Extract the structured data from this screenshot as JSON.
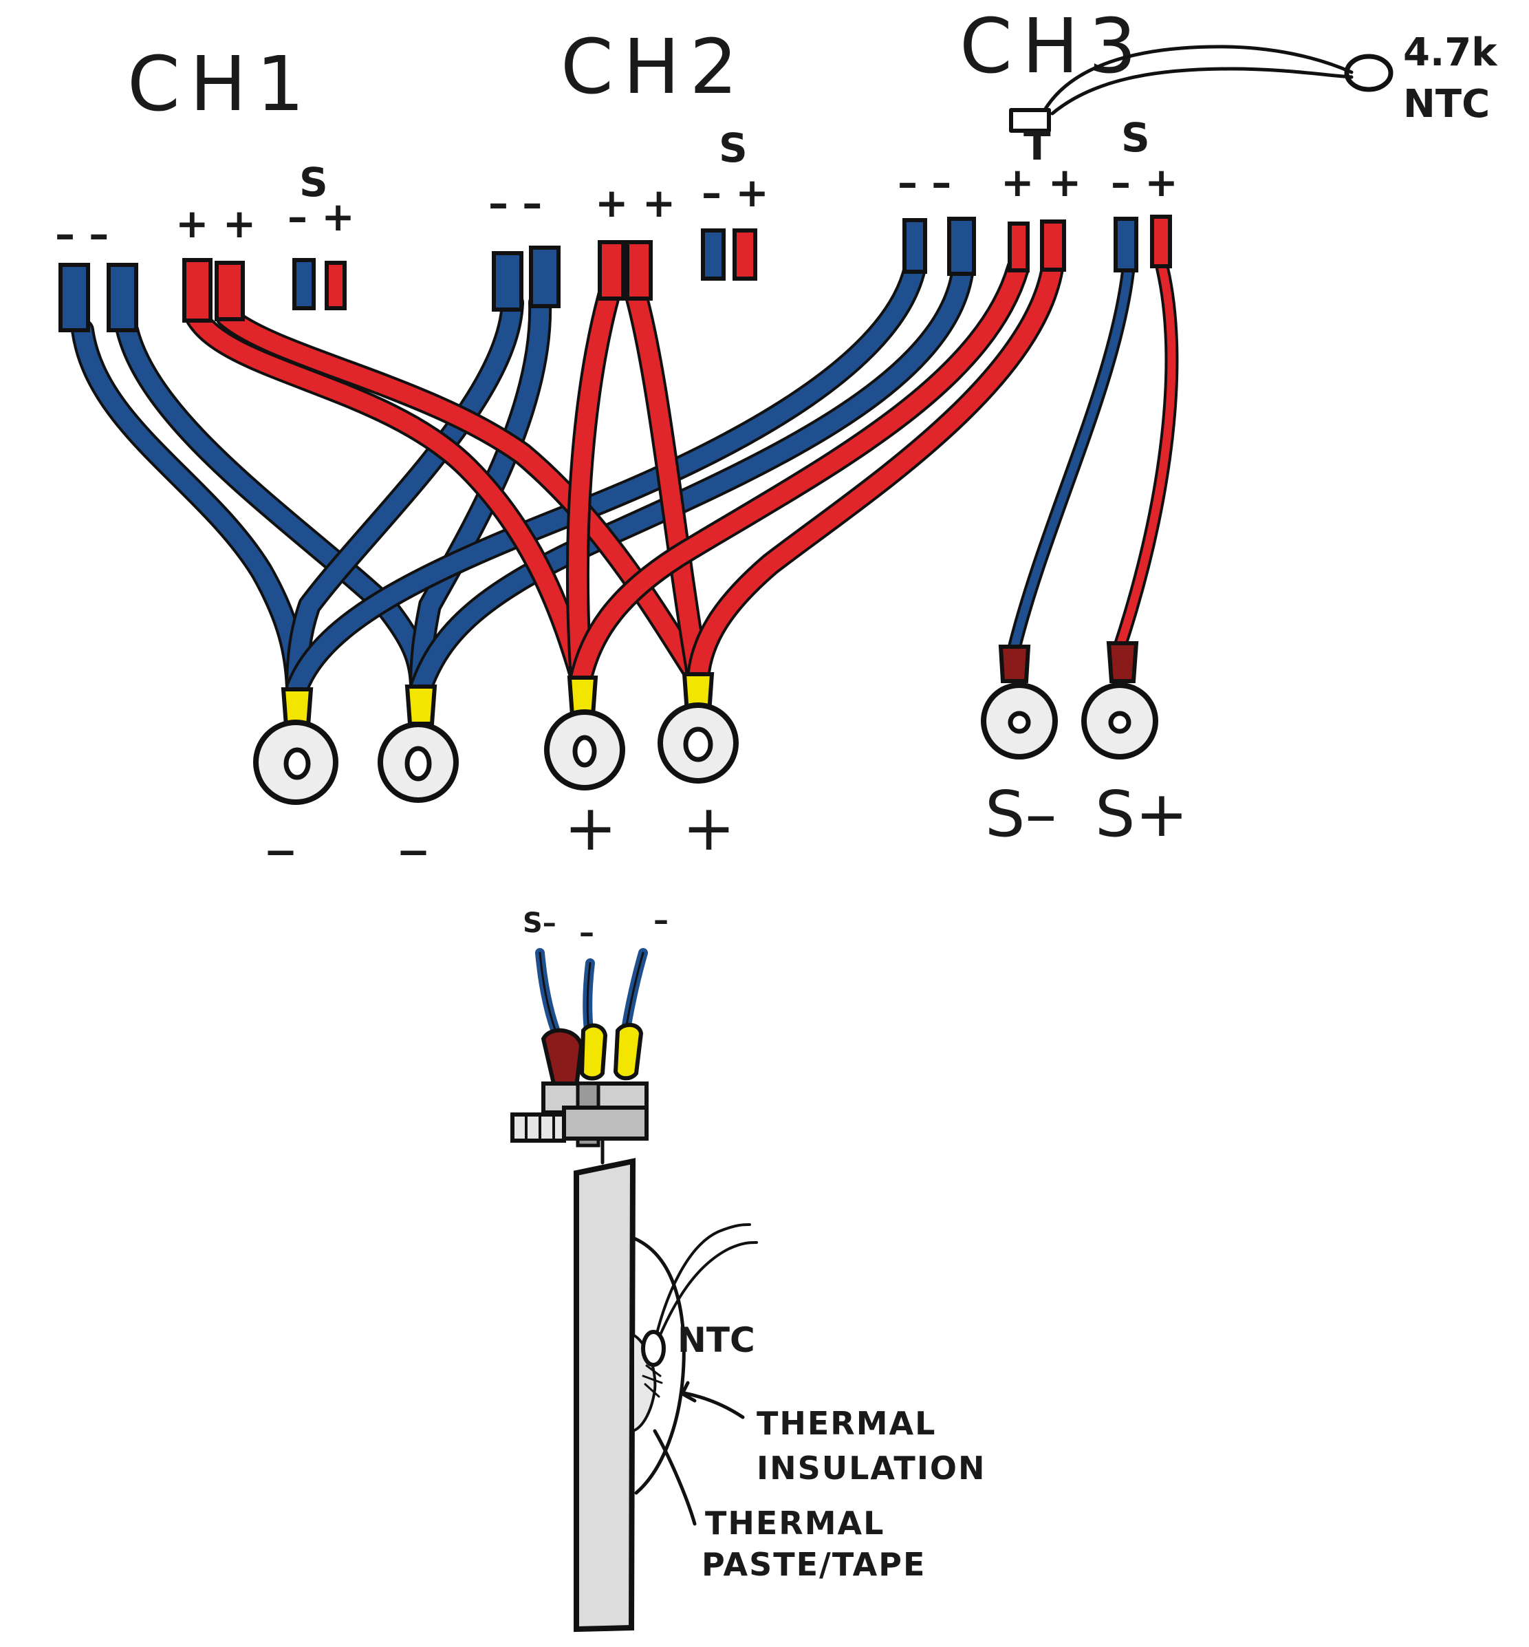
{
  "channels": [
    {
      "title": "CH1",
      "pin_labels": {
        "neg_pair": "– –",
        "pos_pair": "+ +",
        "sense_s": "S",
        "sense_pair": "– +"
      }
    },
    {
      "title": "CH2",
      "pin_labels": {
        "neg_pair": "– –",
        "pos_pair": "+ +",
        "sense_s": "S",
        "sense_pair": "– +"
      }
    },
    {
      "title": "CH3",
      "pin_labels": {
        "neg_pair": "– –",
        "pos_pair": "+ +",
        "sense_s": "S",
        "sense_pair": "– +"
      },
      "thermistor_pin": "T"
    }
  ],
  "ntc_probe": {
    "line1": "4.7k",
    "line2": "NTC"
  },
  "terminals": [
    {
      "label": "–",
      "lug_color": "#f2e600"
    },
    {
      "label": "–",
      "lug_color": "#f2e600"
    },
    {
      "label": "+",
      "lug_color": "#f2e600"
    },
    {
      "label": "+",
      "lug_color": "#f2e600"
    },
    {
      "label": "S–",
      "lug_color": "#8b1a1a"
    },
    {
      "label": "S+",
      "lug_color": "#8b1a1a"
    }
  ],
  "bottom_view": {
    "wire_labels": [
      "S–",
      "–",
      "–"
    ],
    "ntc_label": "NTC",
    "insulation_label": [
      "THERMAL",
      "INSULATION"
    ],
    "paste_label": [
      "THERMAL",
      "PASTE/TAPE"
    ]
  },
  "colors": {
    "negative_wire": "#1f4f8f",
    "positive_wire": "#e0262a",
    "ring_lug_yellow": "#f2e600",
    "ring_lug_dark_red": "#8b1a1a",
    "bar_fill": "#dcdcdc",
    "ink": "#111111"
  }
}
